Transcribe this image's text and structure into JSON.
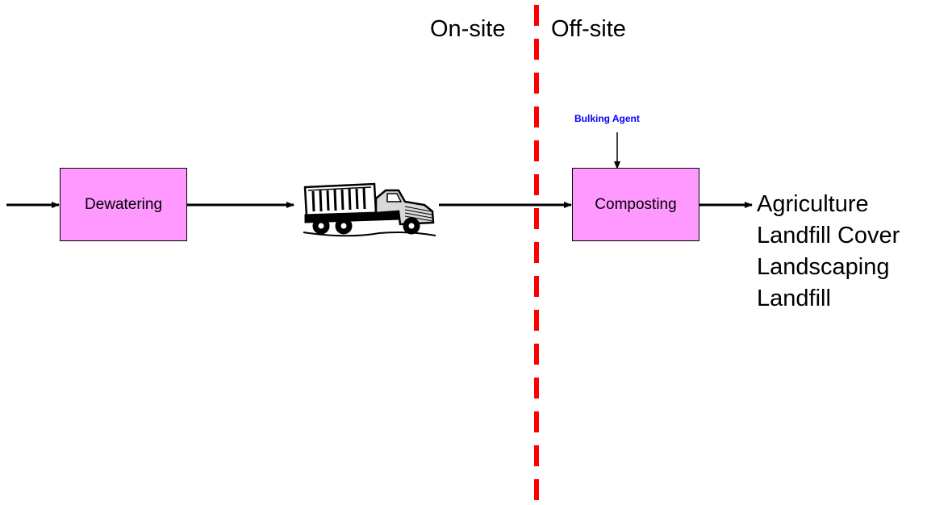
{
  "regions": {
    "onsite_label": "On-site",
    "offsite_label": "Off-site"
  },
  "boxes": {
    "dewatering_label": "Dewatering",
    "composting_label": "Composting"
  },
  "bulking_agent_label": "Bulking Agent",
  "outputs": [
    "Agriculture",
    "Landfill Cover",
    "Landscaping",
    "Landfill"
  ],
  "colors": {
    "box_fill": "#ff99ff",
    "boundary_line": "#ff0000",
    "bulking_text": "#0000ff",
    "ink": "#000000"
  },
  "icons": {
    "truck": "dump-truck-icon"
  }
}
